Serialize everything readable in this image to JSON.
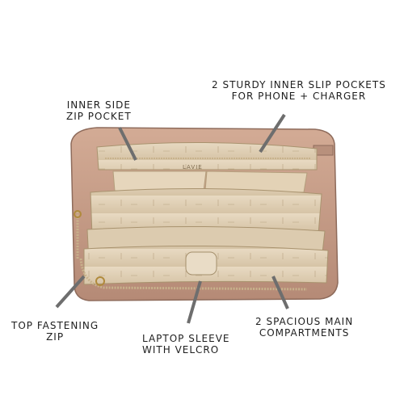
{
  "callouts": {
    "inner_side_zip": {
      "line1": "INNER SIDE",
      "line2": "ZIP POCKET"
    },
    "inner_slip_pockets": {
      "line1": "2 STURDY INNER SLIP POCKETS",
      "line2": "FOR PHONE + CHARGER"
    },
    "top_fastening_zip": {
      "line1": "TOP FASTENING",
      "line2": "ZIP"
    },
    "laptop_sleeve": {
      "line1": "LAPTOP SLEEVE",
      "line2": "WITH VELCRO"
    },
    "main_compartments": {
      "line1": "2 SPACIOUS MAIN",
      "line2": "COMPARTMENTS"
    }
  },
  "brand_logo": "LAVIE",
  "colors": {
    "bag_outer": "#c9a08a",
    "bag_outer_dark": "#a98070",
    "lining": "#e2d2b8",
    "lining_dark": "#c9b797",
    "zip_teeth": "#c8b28c",
    "arrow": "#6e6e6e"
  }
}
